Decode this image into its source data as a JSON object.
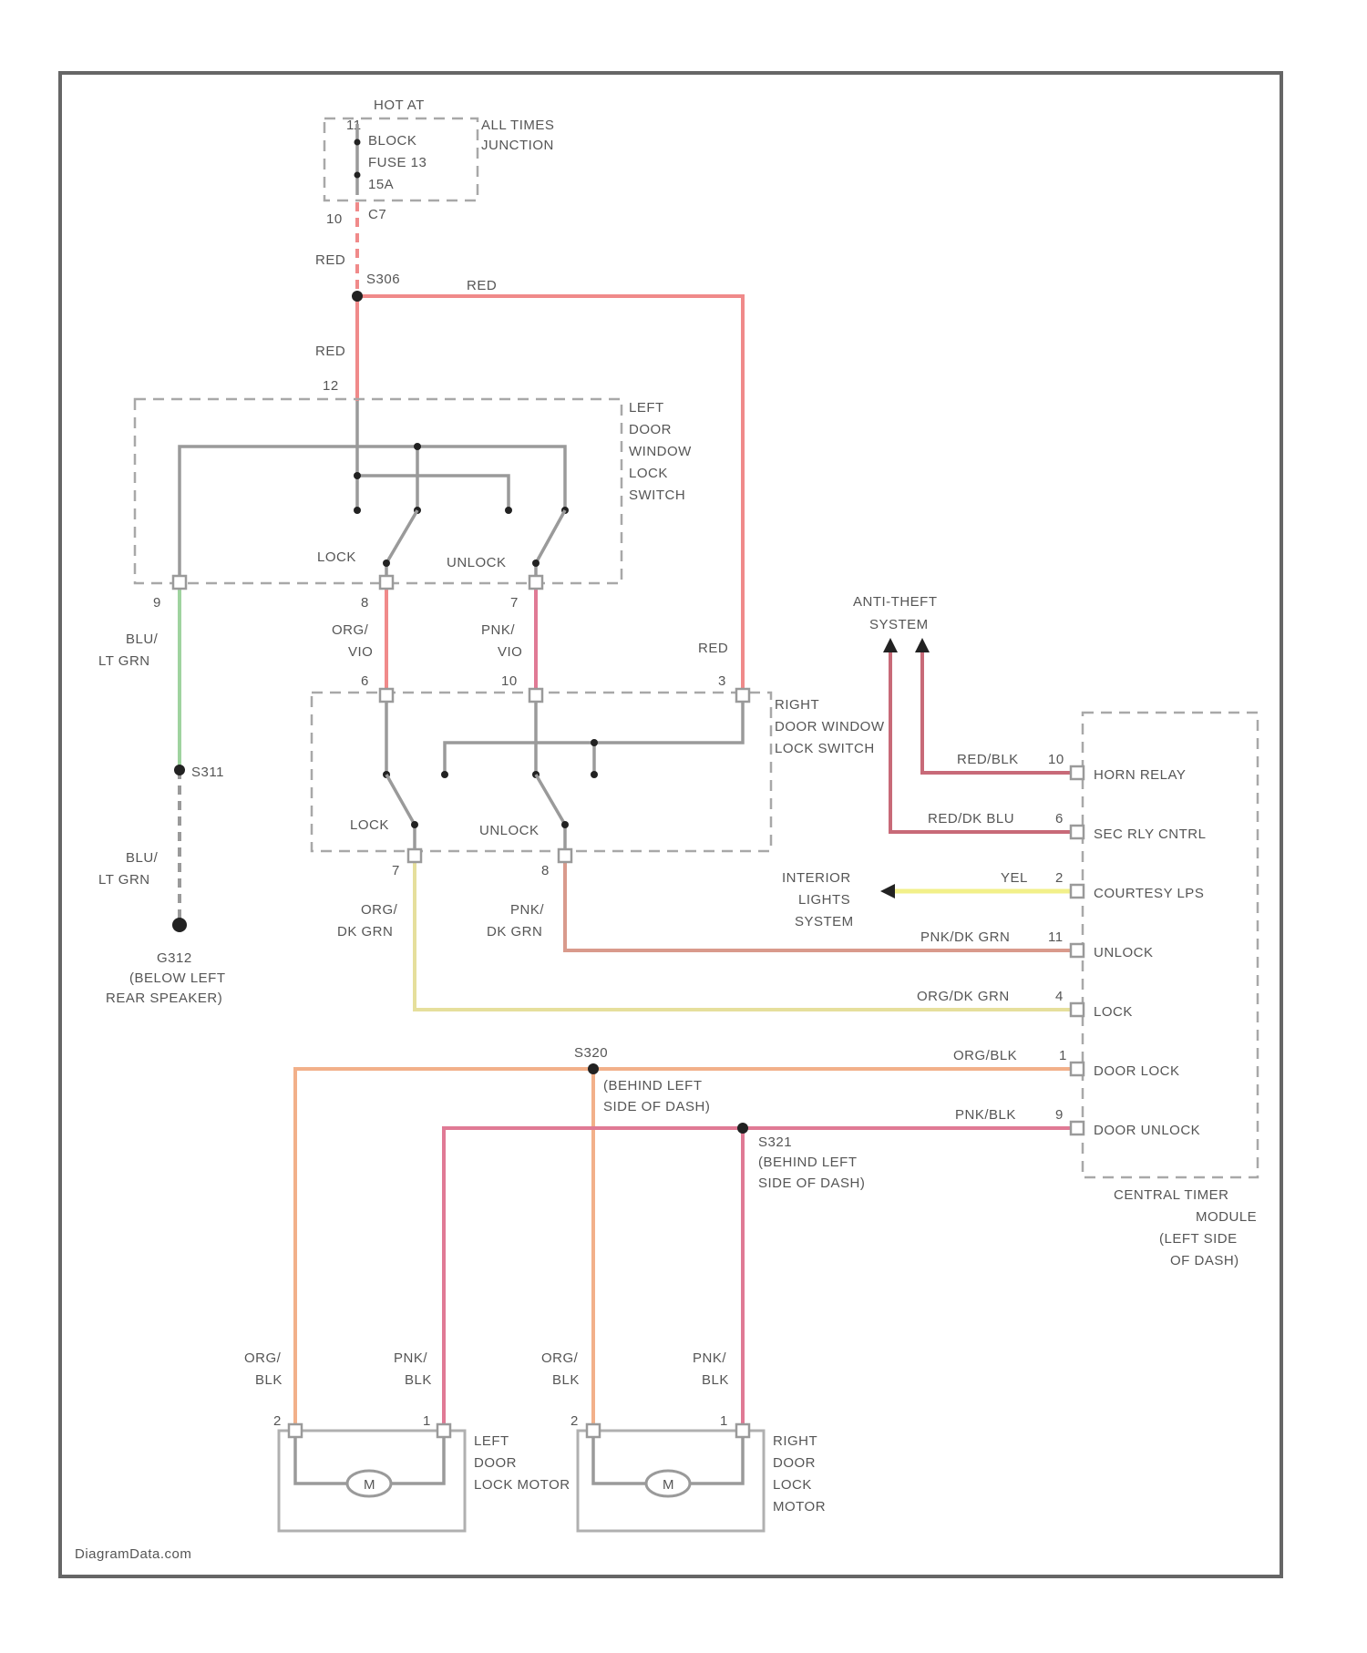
{
  "diagram": {
    "colors": {
      "red": "#f08a8a",
      "pink": "#e07a95",
      "redblk": "#c86a78",
      "yellow": "#f2f08a",
      "orgdkgrn": "#e6df9c",
      "orange": "#f2b08a",
      "pnkdkgrn": "#d99a8c",
      "green": "#9fd39f",
      "gray": "#9a9a9a"
    },
    "fuse": {
      "hot_at": "HOT AT",
      "lines": [
        "ALL TIMES",
        "JUNCTION",
        "BLOCK",
        "FUSE 13",
        "15A"
      ],
      "cavity_top": "11",
      "cavity_bottom": "C7",
      "pin": "10"
    },
    "splices": {
      "s306": "S306",
      "s311": "S311",
      "s320": "S320",
      "s320_loc": [
        "(BEHIND LEFT",
        "SIDE OF DASH)"
      ],
      "s321": "S321",
      "s321_loc": [
        "(BEHIND LEFT",
        "SIDE OF DASH)"
      ]
    },
    "ground": {
      "label": "G312",
      "loc": [
        "(BELOW LEFT",
        "REAR SPEAKER)"
      ]
    },
    "left_switch": {
      "name": [
        "LEFT",
        "DOOR",
        "WINDOW",
        "LOCK",
        "SWITCH"
      ],
      "lock": "LOCK",
      "unlock": "UNLOCK",
      "pin_top": "12",
      "pins": [
        "9",
        "8",
        "7"
      ]
    },
    "right_switch": {
      "name": [
        "RIGHT",
        "DOOR WINDOW",
        "LOCK SWITCH"
      ],
      "lock": "LOCK",
      "unlock": "UNLOCK",
      "pins_top": [
        "6",
        "10",
        "3"
      ],
      "pins_bottom": [
        "7",
        "8"
      ]
    },
    "anti_theft": [
      "ANTI-THEFT",
      "SYSTEM"
    ],
    "interior": [
      "INTERIOR",
      "LIGHTS",
      "SYSTEM"
    ],
    "module": {
      "name": [
        "CENTRAL TIMER",
        "MODULE",
        "(LEFT SIDE",
        "OF DASH)"
      ],
      "rows": [
        {
          "wire": "RED/BLK",
          "pin": "10",
          "label": "HORN RELAY"
        },
        {
          "wire": "RED/DK BLU",
          "pin": "6",
          "label": "SEC RLY CNTRL"
        },
        {
          "wire": "YEL",
          "pin": "2",
          "label": "COURTESY LPS"
        },
        {
          "wire": "PNK/DK GRN",
          "pin": "11",
          "label": "UNLOCK"
        },
        {
          "wire": "ORG/DK GRN",
          "pin": "4",
          "label": "LOCK"
        },
        {
          "wire": "ORG/BLK",
          "pin": "1",
          "label": "DOOR LOCK"
        },
        {
          "wire": "PNK/BLK",
          "pin": "9",
          "label": "DOOR UNLOCK"
        }
      ]
    },
    "wire_labels": {
      "red_a": "RED",
      "red_b": "RED",
      "red_c": "RED",
      "red_d": "RED",
      "blu_ltgrn_1": [
        "BLU/",
        "LT GRN"
      ],
      "blu_ltgrn_2": [
        "BLU/",
        "LT GRN"
      ],
      "org_vio": [
        "ORG/",
        "VIO"
      ],
      "pnk_vio": [
        "PNK/",
        "VIO"
      ],
      "org_dkgrn": [
        "ORG/",
        "DK GRN"
      ],
      "pnk_dkgrn": [
        "PNK/",
        "DK GRN"
      ],
      "org_blk": [
        "ORG/",
        "BLK"
      ],
      "pnk_blk": [
        "PNK/",
        "BLK"
      ]
    },
    "left_motor": {
      "name": [
        "LEFT",
        "DOOR",
        "LOCK MOTOR"
      ],
      "symbol": "M",
      "pins": [
        "2",
        "1"
      ]
    },
    "right_motor": {
      "name": [
        "RIGHT",
        "DOOR",
        "LOCK",
        "MOTOR"
      ],
      "symbol": "M",
      "pins": [
        "2",
        "1"
      ]
    },
    "watermark": "DiagramData.com"
  }
}
